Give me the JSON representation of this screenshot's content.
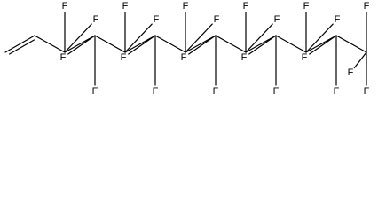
{
  "molecule": {
    "atoms": [
      {
        "id": "c1",
        "element": "C",
        "shown": false
      },
      {
        "id": "c2",
        "element": "C",
        "shown": false
      },
      {
        "id": "c3",
        "element": "C",
        "shown": false
      },
      {
        "id": "c4",
        "element": "C",
        "shown": false
      },
      {
        "id": "c5",
        "element": "C",
        "shown": false
      },
      {
        "id": "c6",
        "element": "C",
        "shown": false
      },
      {
        "id": "c7",
        "element": "C",
        "shown": false
      },
      {
        "id": "c8",
        "element": "C",
        "shown": false
      },
      {
        "id": "c9",
        "element": "C",
        "shown": false
      },
      {
        "id": "c10",
        "element": "C",
        "shown": false
      },
      {
        "id": "c11",
        "element": "C",
        "shown": false
      },
      {
        "id": "c12",
        "element": "C",
        "shown": false
      },
      {
        "id": "c13",
        "element": "C",
        "shown": false
      },
      {
        "id": "f3a",
        "element": "F",
        "label": "F"
      },
      {
        "id": "f3b",
        "element": "F",
        "label": "F"
      },
      {
        "id": "f4a",
        "element": "F",
        "label": "F"
      },
      {
        "id": "f4b",
        "element": "F",
        "label": "F"
      },
      {
        "id": "f5a",
        "element": "F",
        "label": "F"
      },
      {
        "id": "f5b",
        "element": "F",
        "label": "F"
      },
      {
        "id": "f6a",
        "element": "F",
        "label": "F"
      },
      {
        "id": "f6b",
        "element": "F",
        "label": "F"
      },
      {
        "id": "f7a",
        "element": "F",
        "label": "F"
      },
      {
        "id": "f7b",
        "element": "F",
        "label": "F"
      },
      {
        "id": "f8a",
        "element": "F",
        "label": "F"
      },
      {
        "id": "f8b",
        "element": "F",
        "label": "F"
      },
      {
        "id": "f9a",
        "element": "F",
        "label": "F"
      },
      {
        "id": "f9b",
        "element": "F",
        "label": "F"
      },
      {
        "id": "f10a",
        "element": "F",
        "label": "F"
      },
      {
        "id": "f10b",
        "element": "F",
        "label": "F"
      },
      {
        "id": "f11a",
        "element": "F",
        "label": "F"
      },
      {
        "id": "f11b",
        "element": "F",
        "label": "F"
      },
      {
        "id": "f12a",
        "element": "F",
        "label": "F"
      },
      {
        "id": "f12b",
        "element": "F",
        "label": "F"
      },
      {
        "id": "f13a",
        "element": "F",
        "label": "F"
      },
      {
        "id": "f13b",
        "element": "F",
        "label": "F"
      },
      {
        "id": "f13c",
        "element": "F",
        "label": "F"
      }
    ],
    "bonds": [
      {
        "from": "c1",
        "to": "c2",
        "order": 2
      },
      {
        "from": "c2",
        "to": "c3",
        "order": 1
      },
      {
        "from": "c3",
        "to": "c4",
        "order": 1
      },
      {
        "from": "c4",
        "to": "c5",
        "order": 1
      },
      {
        "from": "c5",
        "to": "c6",
        "order": 1
      },
      {
        "from": "c6",
        "to": "c7",
        "order": 1
      },
      {
        "from": "c7",
        "to": "c8",
        "order": 1
      },
      {
        "from": "c8",
        "to": "c9",
        "order": 1
      },
      {
        "from": "c9",
        "to": "c10",
        "order": 1
      },
      {
        "from": "c10",
        "to": "c11",
        "order": 1
      },
      {
        "from": "c11",
        "to": "c12",
        "order": 1
      },
      {
        "from": "c12",
        "to": "c13",
        "order": 1
      },
      {
        "from": "c3",
        "to": "f3a",
        "order": 1
      },
      {
        "from": "c3",
        "to": "f3b",
        "order": 1
      },
      {
        "from": "c4",
        "to": "f4a",
        "order": 1
      },
      {
        "from": "c4",
        "to": "f4b",
        "order": 1
      },
      {
        "from": "c5",
        "to": "f5a",
        "order": 1
      },
      {
        "from": "c5",
        "to": "f5b",
        "order": 1
      },
      {
        "from": "c6",
        "to": "f6a",
        "order": 1
      },
      {
        "from": "c6",
        "to": "f6b",
        "order": 1
      },
      {
        "from": "c7",
        "to": "f7a",
        "order": 1
      },
      {
        "from": "c7",
        "to": "f7b",
        "order": 1
      },
      {
        "from": "c8",
        "to": "f8a",
        "order": 1
      },
      {
        "from": "c8",
        "to": "f8b",
        "order": 1
      },
      {
        "from": "c9",
        "to": "f9a",
        "order": 1
      },
      {
        "from": "c9",
        "to": "f9b",
        "order": 1
      },
      {
        "from": "c10",
        "to": "f10a",
        "order": 1
      },
      {
        "from": "c10",
        "to": "f10b",
        "order": 1
      },
      {
        "from": "c11",
        "to": "f11a",
        "order": 1
      },
      {
        "from": "c11",
        "to": "f11b",
        "order": 1
      },
      {
        "from": "c12",
        "to": "f12a",
        "order": 1
      },
      {
        "from": "c12",
        "to": "f12b",
        "order": 1
      },
      {
        "from": "c13",
        "to": "f13a",
        "order": 1
      },
      {
        "from": "c13",
        "to": "f13b",
        "order": 1
      },
      {
        "from": "c13",
        "to": "f13c",
        "order": 1
      }
    ]
  },
  "colors": {
    "bond": "#000000",
    "label": "#000000",
    "background": "#ffffff"
  }
}
